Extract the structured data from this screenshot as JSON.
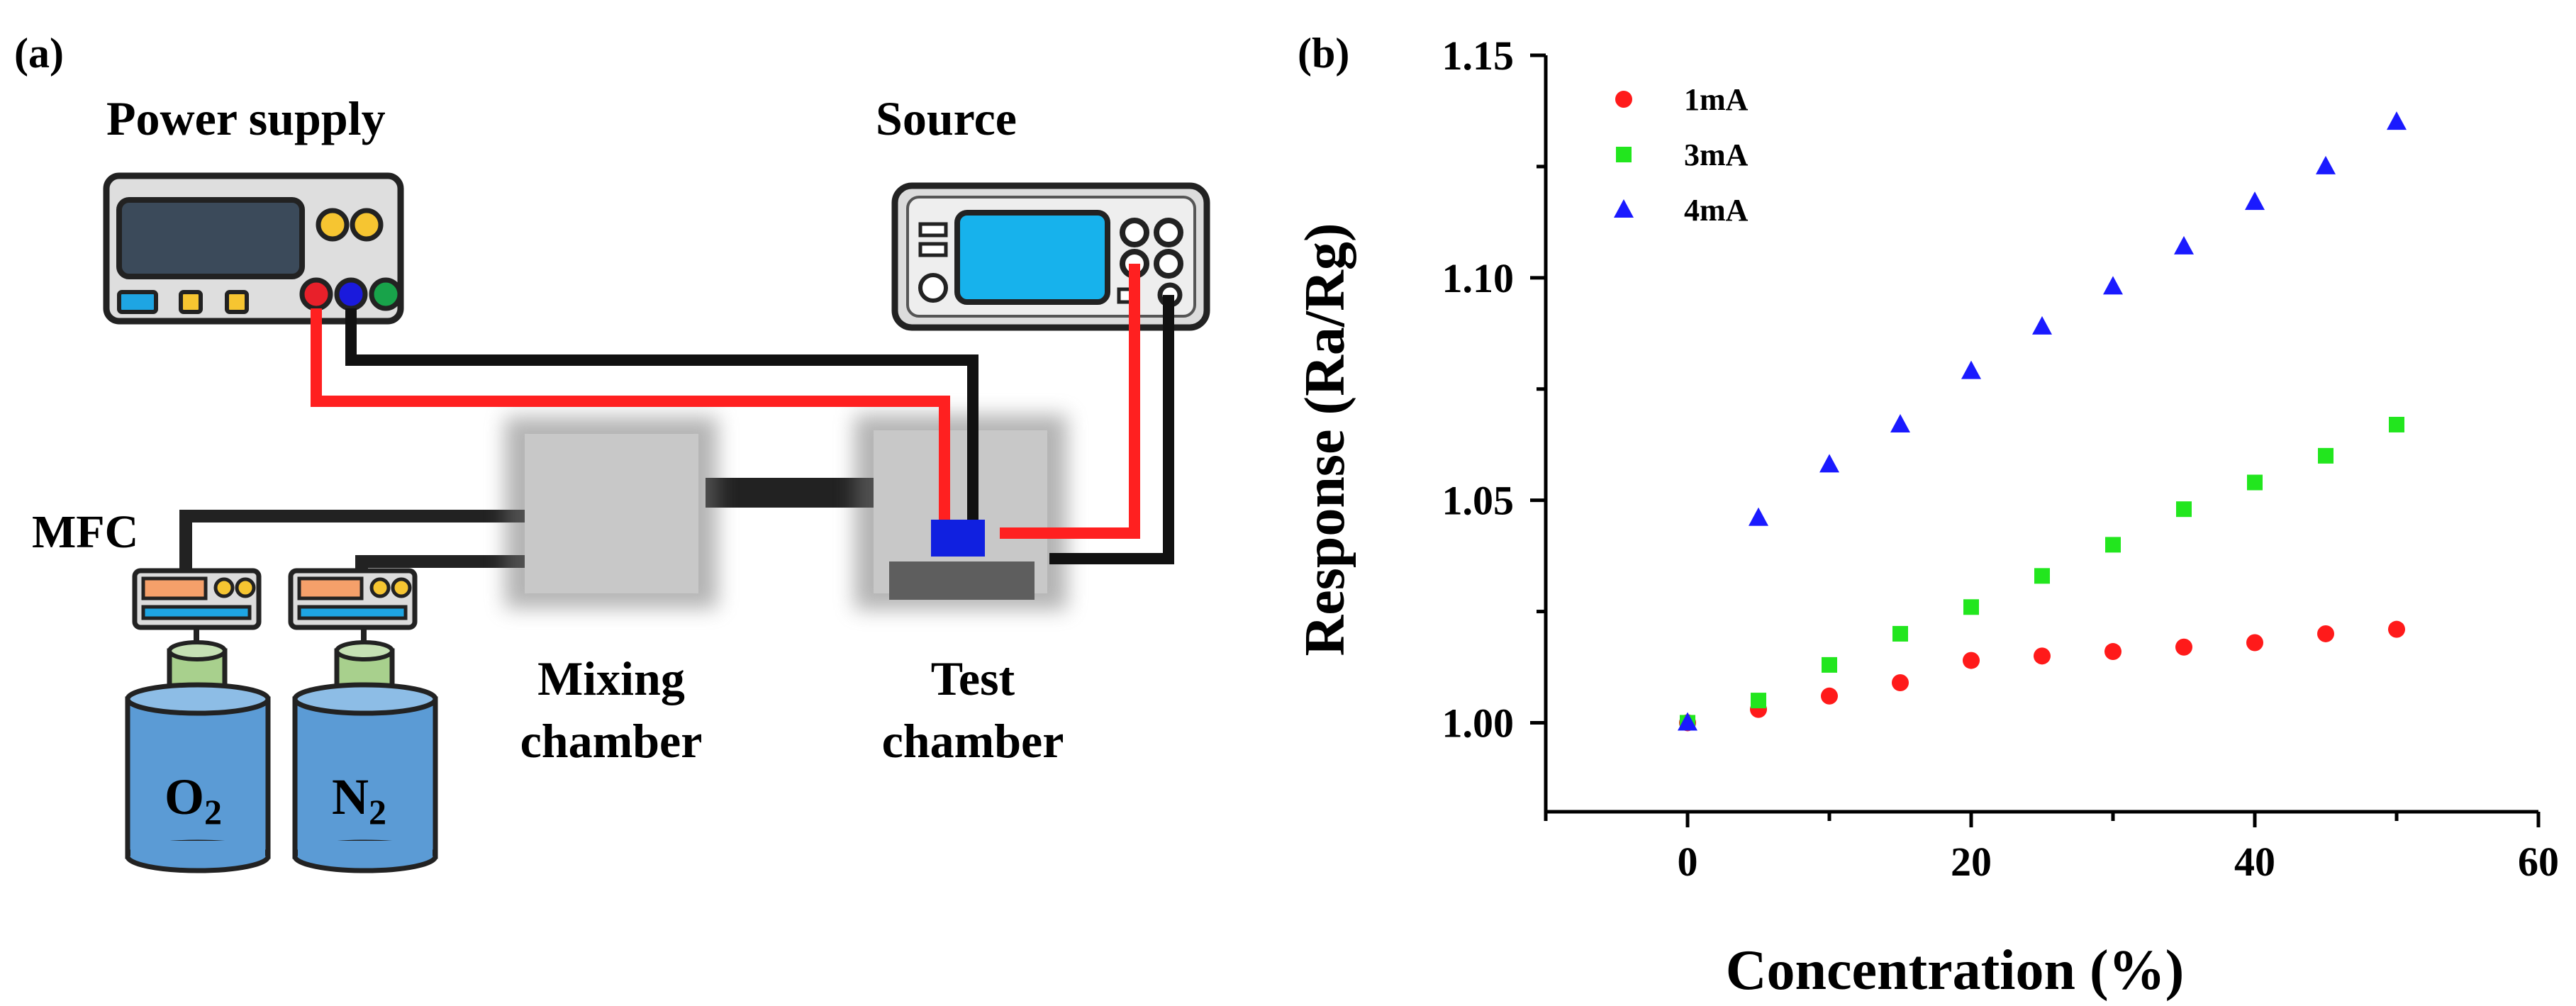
{
  "panel_a": {
    "label": "(a)",
    "power_supply_label": "Power supply",
    "source_label": "Source",
    "mfc_label": "MFC",
    "mixing_chamber_label": [
      "Mixing",
      "chamber"
    ],
    "test_chamber_label": [
      "Test",
      "chamber"
    ],
    "cylinder_o2": {
      "main": "O",
      "sub": "2"
    },
    "cylinder_n2": {
      "main": "N",
      "sub": "2"
    }
  },
  "panel_b": {
    "label": "(b)"
  },
  "colors": {
    "series_1mA": "#ff1a1a",
    "series_3mA": "#22e61e",
    "series_4mA": "#1a1aff",
    "cable_red": "#ff2020",
    "cable_black": "#111111",
    "cylinder": "#5b9bd5",
    "chamber": "#c8c8c8"
  },
  "chart_data": {
    "type": "scatter",
    "title": "",
    "xlabel": "Concentration (%)",
    "ylabel": "Response (Ra/Rg)",
    "xlim": [
      -10,
      60
    ],
    "ylim": [
      0.98,
      1.15
    ],
    "xticks": [
      0,
      20,
      40,
      60
    ],
    "yticks": [
      1.0,
      1.05,
      1.1,
      1.15
    ],
    "legend_position": "top-left",
    "x": [
      0,
      5,
      10,
      15,
      20,
      25,
      30,
      35,
      40,
      45,
      50
    ],
    "series": [
      {
        "name": "1mA",
        "marker": "circle",
        "values": [
          1.0,
          1.003,
          1.006,
          1.009,
          1.014,
          1.015,
          1.016,
          1.017,
          1.018,
          1.02,
          1.021
        ]
      },
      {
        "name": "3mA",
        "marker": "square",
        "values": [
          1.0,
          1.005,
          1.013,
          1.02,
          1.026,
          1.033,
          1.04,
          1.048,
          1.054,
          1.06,
          1.067
        ]
      },
      {
        "name": "4mA",
        "marker": "triangle",
        "values": [
          1.0,
          1.046,
          1.058,
          1.067,
          1.079,
          1.089,
          1.098,
          1.107,
          1.117,
          1.125,
          1.135
        ]
      }
    ]
  }
}
